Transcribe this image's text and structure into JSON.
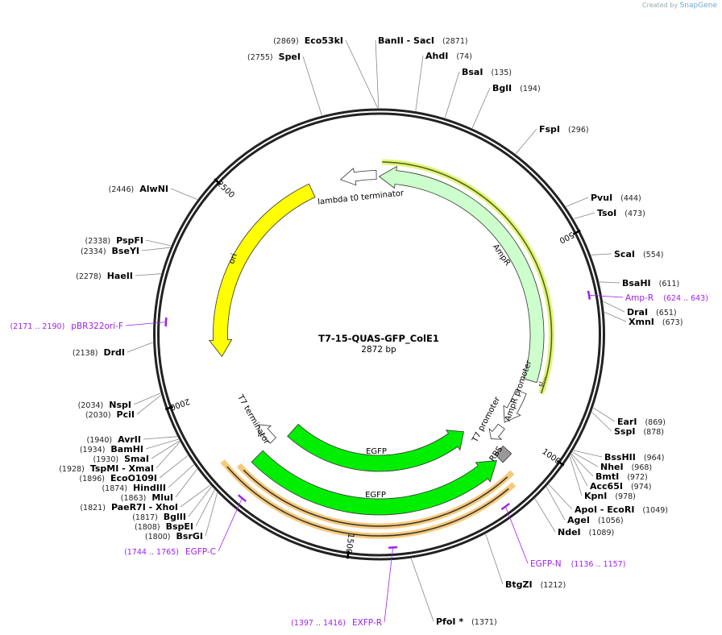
{
  "logo": {
    "created_by": "Created by",
    "brand": "SnapGene"
  },
  "plasmid": {
    "name": "T7-15-QUAS-GFP_ColE1",
    "length_bp": 2872,
    "length_label": "2872 bp"
  },
  "ticks": [
    "500",
    "1000",
    "1500",
    "2000",
    "2500"
  ],
  "sites": [
    {
      "name": "BanII  - SacI",
      "pos": 2871
    },
    {
      "name": "Eco53kI",
      "pos": 2869
    },
    {
      "name": "SpeI",
      "pos": 2755
    },
    {
      "name": "AhdI",
      "pos": 74
    },
    {
      "name": "BsaI",
      "pos": 135
    },
    {
      "name": "BglI",
      "pos": 194
    },
    {
      "name": "FspI",
      "pos": 296
    },
    {
      "name": "PvuI",
      "pos": 444
    },
    {
      "name": "TsoI",
      "pos": 473
    },
    {
      "name": "ScaI",
      "pos": 554
    },
    {
      "name": "BsaHI",
      "pos": 611
    },
    {
      "name": "DraI",
      "pos": 651
    },
    {
      "name": "XmnI",
      "pos": 673
    },
    {
      "name": "EarI",
      "pos": 869
    },
    {
      "name": "SspI",
      "pos": 878
    },
    {
      "name": "BssHII",
      "pos": 964
    },
    {
      "name": "NheI",
      "pos": 968
    },
    {
      "name": "BmtI",
      "pos": 972
    },
    {
      "name": "Acc65I",
      "pos": 974
    },
    {
      "name": "KpnI",
      "pos": 978
    },
    {
      "name": "ApoI  - EcoRI",
      "pos": 1049
    },
    {
      "name": "AgeI",
      "pos": 1056
    },
    {
      "name": "NdeI",
      "pos": 1089
    },
    {
      "name": "BtgZI",
      "pos": 1212
    },
    {
      "name": "PfoI *",
      "pos": 1371
    },
    {
      "name": "AlwNI",
      "pos": 2446
    },
    {
      "name": "PspFI",
      "pos": 2338
    },
    {
      "name": "BseYI",
      "pos": 2334
    },
    {
      "name": "HaeII",
      "pos": 2278
    },
    {
      "name": "DrdI",
      "pos": 2138
    },
    {
      "name": "NspI",
      "pos": 2034
    },
    {
      "name": "PciI",
      "pos": 2030
    },
    {
      "name": "AvrII",
      "pos": 1940
    },
    {
      "name": "BamHI",
      "pos": 1934
    },
    {
      "name": "SmaI",
      "pos": 1930
    },
    {
      "name": "TspMI   - XmaI",
      "pos": 1928
    },
    {
      "name": "EcoO109I",
      "pos": 1896
    },
    {
      "name": "HindIII",
      "pos": 1874
    },
    {
      "name": "MluI",
      "pos": 1863
    },
    {
      "name": "PaeR7I   - XhoI",
      "pos": 1821
    },
    {
      "name": "BglII",
      "pos": 1817
    },
    {
      "name": "BspEI",
      "pos": 1808
    },
    {
      "name": "BsrGI",
      "pos": 1800
    }
  ],
  "primers": [
    {
      "name": "Amp-R",
      "range": "(624 .. 643)",
      "start": 624,
      "end": 643
    },
    {
      "name": "pBR322ori-F",
      "range": "(2171 .. 2190)",
      "start": 2171,
      "end": 2190
    },
    {
      "name": "EGFP-C",
      "range": "(1744 .. 1765)",
      "start": 1744,
      "end": 1765
    },
    {
      "name": "EGFP-N",
      "range": "(1136 .. 1157)",
      "start": 1136,
      "end": 1157
    },
    {
      "name": "EXFP-R",
      "range": "(1397 .. 1416)",
      "start": 1397,
      "end": 1416
    }
  ],
  "features": {
    "ampr": "AmpR",
    "ori": "ori",
    "lambda": "lambda t0 terminator",
    "t7term": "T7 terminator",
    "egfp1": "EGFP",
    "egfp2": "EGFP",
    "t7prom": "T7 promoter",
    "rbs": "RBS",
    "amprprom": "AmpR promoter",
    "sl": "sl..."
  },
  "colors": {
    "ampr": "#ccffcc",
    "ori": "#ffff00",
    "egfp": "#00ee00",
    "primer": "#a020f0",
    "orange": "#f7c97a"
  }
}
